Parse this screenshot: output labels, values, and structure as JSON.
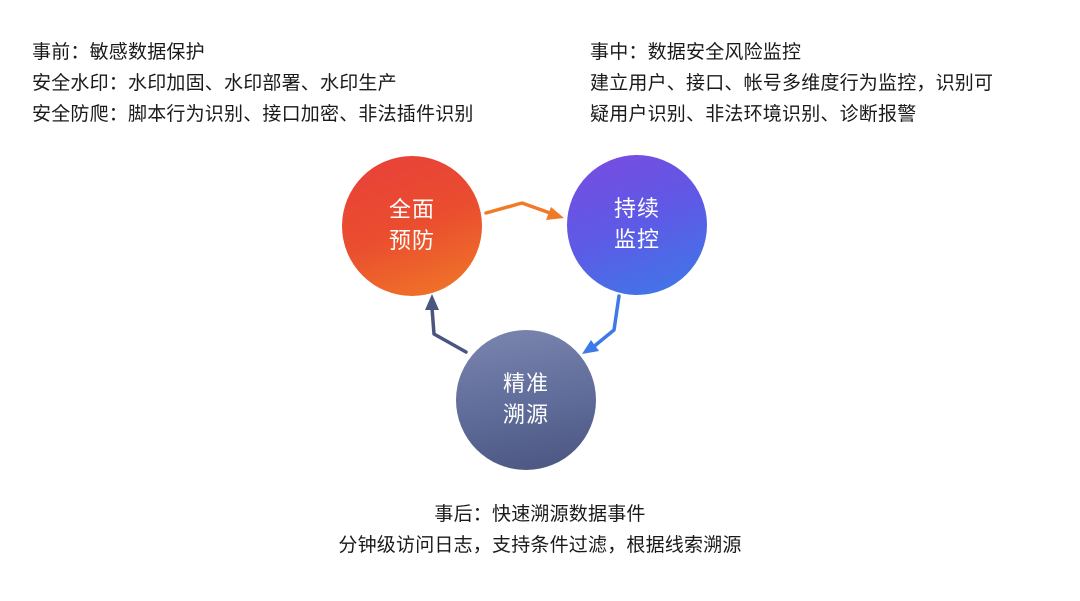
{
  "before": {
    "title": "事前：敏感数据保护",
    "line1": "安全水印：水印加固、水印部署、水印生产",
    "line2": "安全防爬：脚本行为识别、接口加密、非法插件识别"
  },
  "during": {
    "title": "事中：数据安全风险监控",
    "line1": "建立用户、接口、帐号多维度行为监控，识别可",
    "line2": "疑用户识别、非法环境识别、诊断报警"
  },
  "after": {
    "title": "事后：快速溯源数据事件",
    "line1": "分钟级访问日志，支持条件过滤，根据线索溯源"
  },
  "nodes": {
    "prevent": {
      "line1": "全面",
      "line2": "预防",
      "color": "#e9452f"
    },
    "monitor": {
      "line1": "持续",
      "line2": "监控",
      "color": "#5d5ae6"
    },
    "trace": {
      "line1": "精准",
      "line2": "溯源",
      "color": "#5f6b98"
    }
  },
  "arrow_colors": {
    "prevent_to_monitor": "#f07a27",
    "monitor_to_trace": "#3d7ae8",
    "trace_to_prevent": "#4a5580"
  }
}
